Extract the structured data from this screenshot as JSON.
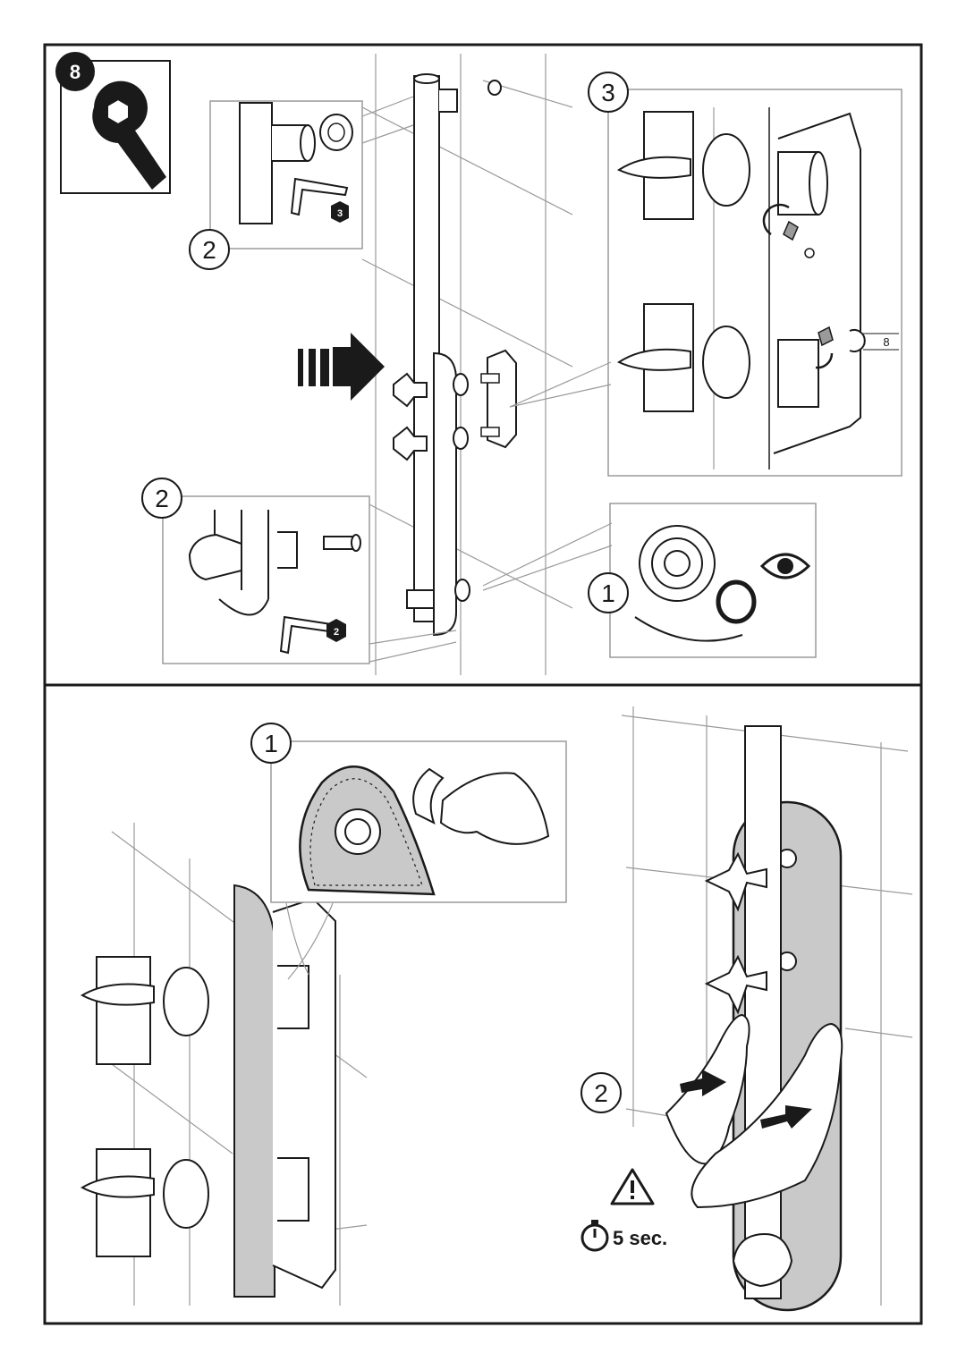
{
  "step": {
    "number": "8"
  },
  "tool_badges": {
    "wrench_top": "3",
    "wrench_bottom": "2"
  },
  "callouts": {
    "top_left_detail": "2",
    "top_right_detail": "3",
    "bottom_left_detail": "2",
    "bottom_right_detail": "1",
    "seal_strip_detail": "1",
    "press_detail": "2"
  },
  "dimension": {
    "spanner_size": "8"
  },
  "timer": {
    "label": "5 sec."
  },
  "colors": {
    "line": "#1a1a1a",
    "panel_fill": "#c9c9c9",
    "grid": "#9a9a9a"
  },
  "icons": [
    "step-badge",
    "wrench-icon",
    "hex-key-icon",
    "eye-icon",
    "warning-icon",
    "stopwatch-icon",
    "push-arrow-icon"
  ]
}
